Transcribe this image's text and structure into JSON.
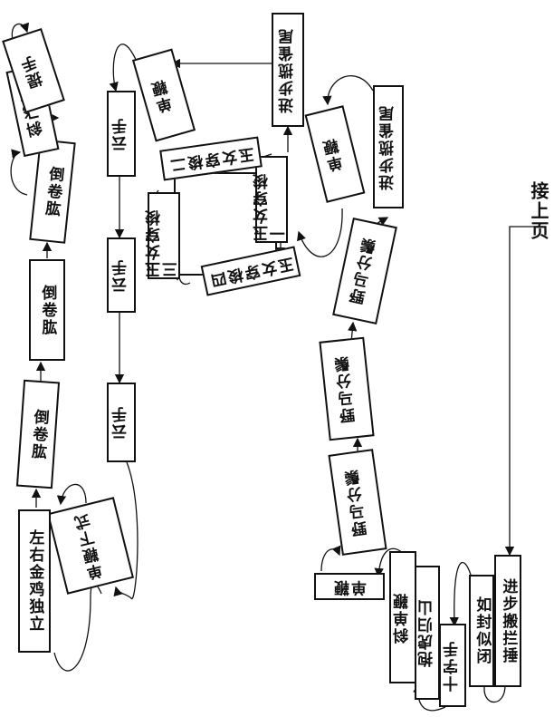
{
  "title": "",
  "continued_label": "接上页",
  "nodes": {
    "n_jinbu_banlan_chui_1": "进步搬拦捶",
    "n_rufeng_sibi": "如封似闭",
    "n_shizi_shou": "十字手",
    "n_bao_hu_gui_shan": "抱虎归山",
    "n_xie_dan_bian": "斜单鞭",
    "n_yema_fenzong_1": "野马分鬃",
    "n_yema_fenzong_2": "野马分鬃",
    "n_yema_fenzong_3": "野马分鬃",
    "n_jinbu_lan_que_wei_1": "进步揽雀尾",
    "n_dan_bian_1": "单鞭",
    "n_yunu_chuan_suo_1": "玉女穿梭一",
    "n_yunu_chuan_suo_2": "玉女穿梭二",
    "n_yunu_chuan_suo_3": "玉女穿梭三",
    "n_yunu_chuan_suo_4": "玉女穿梭四",
    "n_jinbu_lan_que_wei_2": "进步揽雀尾",
    "n_dan_bian_2": "单鞭",
    "n_yun_shou_1": "云手",
    "n_yun_shou_2": "云手",
    "n_yun_shou_3": "云手",
    "n_dan_bian_xia_shi": "单鞭下式",
    "n_jinji_duli": "左右金鸡独立",
    "n_dao_juan_gong_1": "倒卷肱",
    "n_dao_juan_gong_2": "倒卷肱",
    "n_dao_juan_gong_3": "倒卷肱",
    "n_xie_fei_shi": "斜飞式",
    "n_ti_shou": "提手"
  }
}
